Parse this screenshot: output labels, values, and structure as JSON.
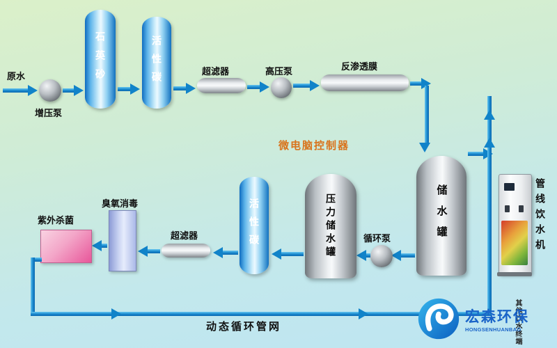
{
  "diagram": {
    "controller_label": "微电脑控制器",
    "network_label": "动态循环管网",
    "nodes": {
      "raw_water": "原水",
      "booster_pump": "增压泵",
      "quartz_sand": "石英砂",
      "activated_carbon_top": "活性碳",
      "ultrafilter_top": "超滤器",
      "high_pressure_pump": "高压泵",
      "ro_membrane": "反渗透膜",
      "storage_tank": "储水罐",
      "pipeline_dispenser": "管线饮水机",
      "other_terminal": "其他饮水终端",
      "circulation_pump": "循环泵",
      "pressure_tank": "压力储水罐",
      "activated_carbon_bottom": "活性碳",
      "ultrafilter_bottom": "超滤器",
      "ozone_disinfection": "臭氧消毒",
      "uv_sterilization": "紫外杀菌"
    }
  },
  "logo": {
    "name": "宏森环保",
    "romanized": "HONGSENHUANBAO"
  },
  "colors": {
    "pipe_blue": "#1183c9",
    "controller_text": "#d9731c",
    "logo_blue": "#1a64c8",
    "column_blue": "#1271bf",
    "uv_pink": "#e8569a",
    "ozone_lavender": "#aab8e8"
  }
}
